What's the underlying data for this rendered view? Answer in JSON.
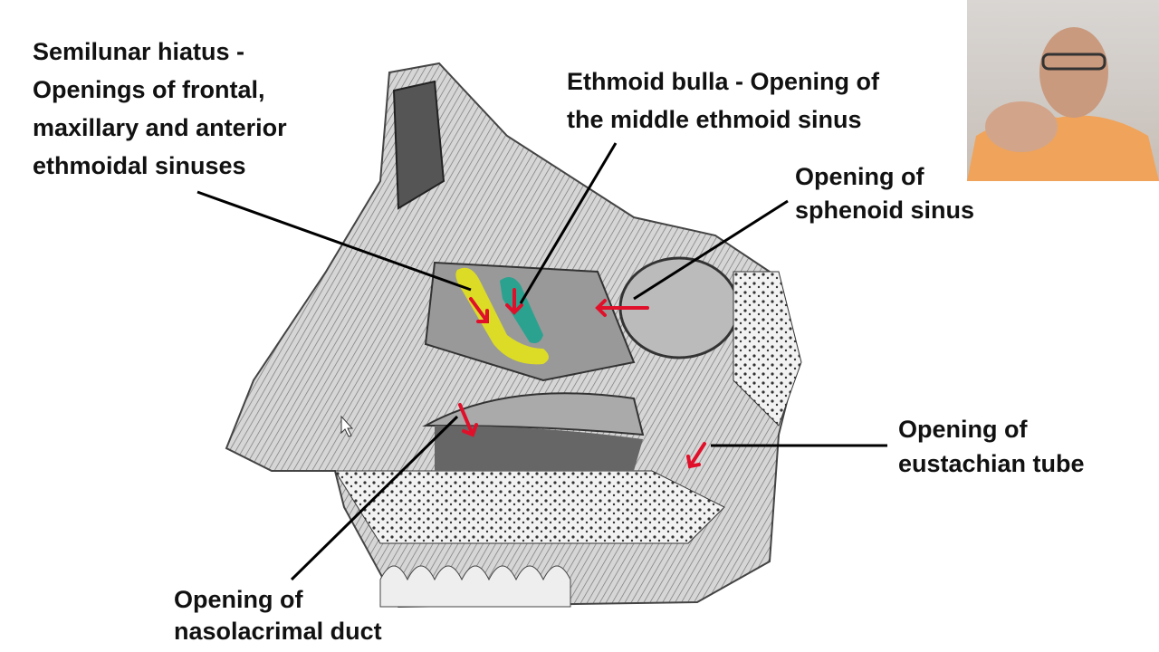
{
  "labels": {
    "semilunar": [
      "Semilunar hiatus -",
      "Openings of frontal,",
      "maxillary and anterior",
      "ethmoidal sinuses"
    ],
    "ethmoid_bulla": [
      "Ethmoid bulla - Opening of",
      "the middle ethmoid sinus"
    ],
    "sphenoid": [
      "Opening of",
      "sphenoid sinus"
    ],
    "eustachian": [
      "Opening of",
      "eustachian tube"
    ],
    "nasolacrimal": [
      "Opening of",
      "nasolacrimal duct"
    ]
  },
  "colors": {
    "arrow": "#e0102a",
    "semilunar_highlight": "#e3e31a",
    "bulla_highlight": "#1fa38f",
    "shirt": "#f0a35a"
  }
}
